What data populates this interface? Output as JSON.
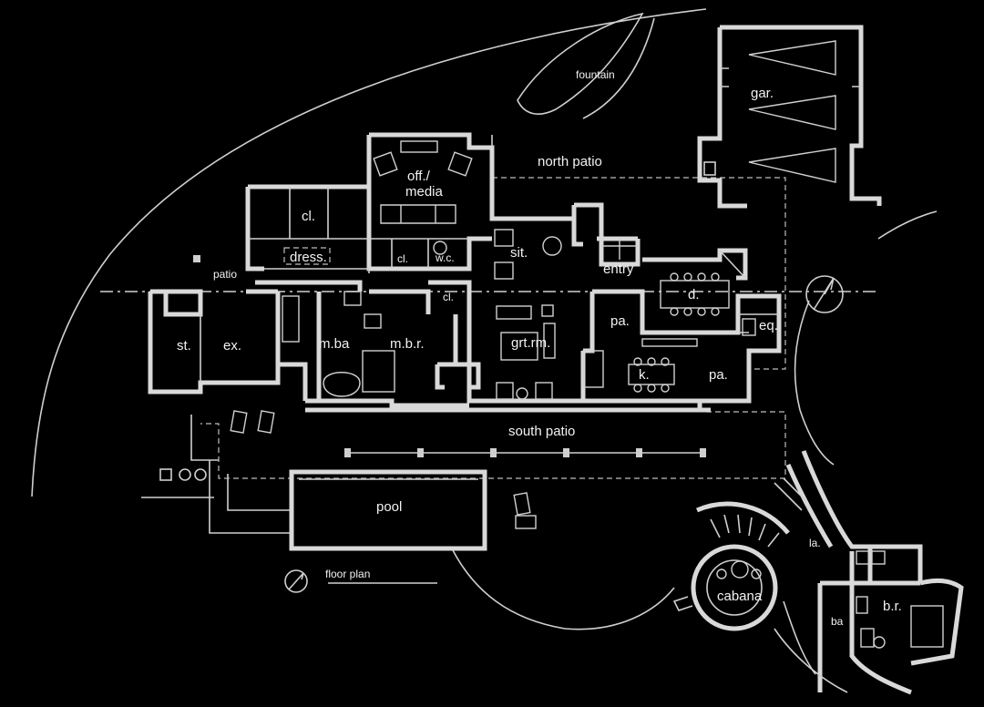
{
  "rooms": {
    "fountain": "fountain",
    "garage": "gar.",
    "north_patio": "north patio",
    "office_media_1": "off./",
    "office_media_2": "media",
    "closet_main": "cl.",
    "dressing": "dress.",
    "closet_small": "cl.",
    "wc": "w.c.",
    "sitting": "sit.",
    "entry": "entry",
    "dining": "d.",
    "patio_small": "patio",
    "closet_hall": "cl.",
    "pantry_1": "pa.",
    "equipment": "eq.",
    "storage": "st.",
    "exercise": "ex.",
    "master_bath": "m.ba",
    "master_bedroom": "m.b.r.",
    "great_room": "grt.rm.",
    "kitchen": "k.",
    "pantry_2": "pa.",
    "south_patio": "south patio",
    "pool": "pool",
    "laundry": "la.",
    "cabana": "cabana",
    "cabana_bath": "ba",
    "cabana_bedroom": "b.r."
  },
  "caption": "floor plan",
  "icons": {
    "north_arrow_main": "north-arrow-icon",
    "north_arrow_caption": "north-arrow-icon"
  }
}
